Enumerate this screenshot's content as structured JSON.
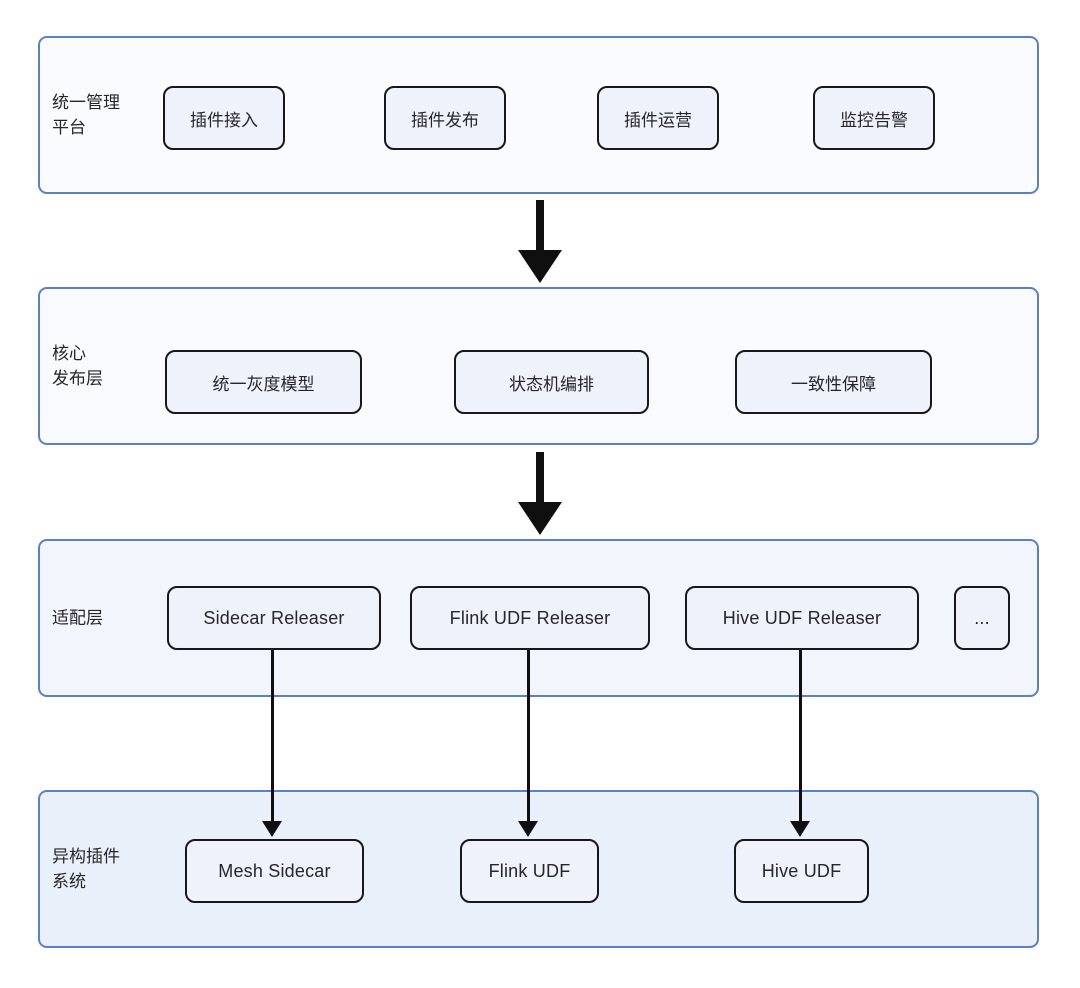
{
  "layers": [
    {
      "name": "统一管理平台",
      "label_lines": [
        "统一管理",
        "平台"
      ],
      "boxes": [
        {
          "label": "插件接入"
        },
        {
          "label": "插件发布"
        },
        {
          "label": "插件运营"
        },
        {
          "label": "监控告警"
        }
      ]
    },
    {
      "name": "核心发布层",
      "label_lines": [
        "核心",
        "发布层"
      ],
      "boxes": [
        {
          "label": "统一灰度模型"
        },
        {
          "label": "状态机编排"
        },
        {
          "label": "一致性保障"
        }
      ]
    },
    {
      "name": "适配层",
      "label_lines": [
        "适配层"
      ],
      "boxes": [
        {
          "label": "Sidecar Releaser"
        },
        {
          "label": "Flink UDF Releaser"
        },
        {
          "label": "Hive UDF Releaser"
        },
        {
          "label": "..."
        }
      ]
    },
    {
      "name": "异构插件系统",
      "label_lines": [
        "异构插件",
        "系统"
      ],
      "boxes": [
        {
          "label": "Mesh Sidecar"
        },
        {
          "label": "Flink UDF"
        },
        {
          "label": "Hive UDF"
        }
      ]
    }
  ],
  "connections": [
    {
      "from": "统一管理平台",
      "to": "核心发布层",
      "style": "thick-arrow"
    },
    {
      "from": "核心发布层",
      "to": "适配层",
      "style": "thick-arrow"
    },
    {
      "from": "Sidecar Releaser",
      "to": "Mesh Sidecar",
      "style": "thin-arrow"
    },
    {
      "from": "Flink UDF Releaser",
      "to": "Flink UDF",
      "style": "thin-arrow"
    },
    {
      "from": "Hive UDF Releaser",
      "to": "Hive UDF",
      "style": "thin-arrow"
    }
  ],
  "colors": {
    "container_border": "#5b80c8",
    "container_fill_light": "#f9fbfe",
    "container_fill_tinted": "#eaf0fa",
    "node_border": "#17171c",
    "node_fill": "#eff2fa",
    "arrow": "#0f0f0f",
    "text": "#26262c"
  }
}
